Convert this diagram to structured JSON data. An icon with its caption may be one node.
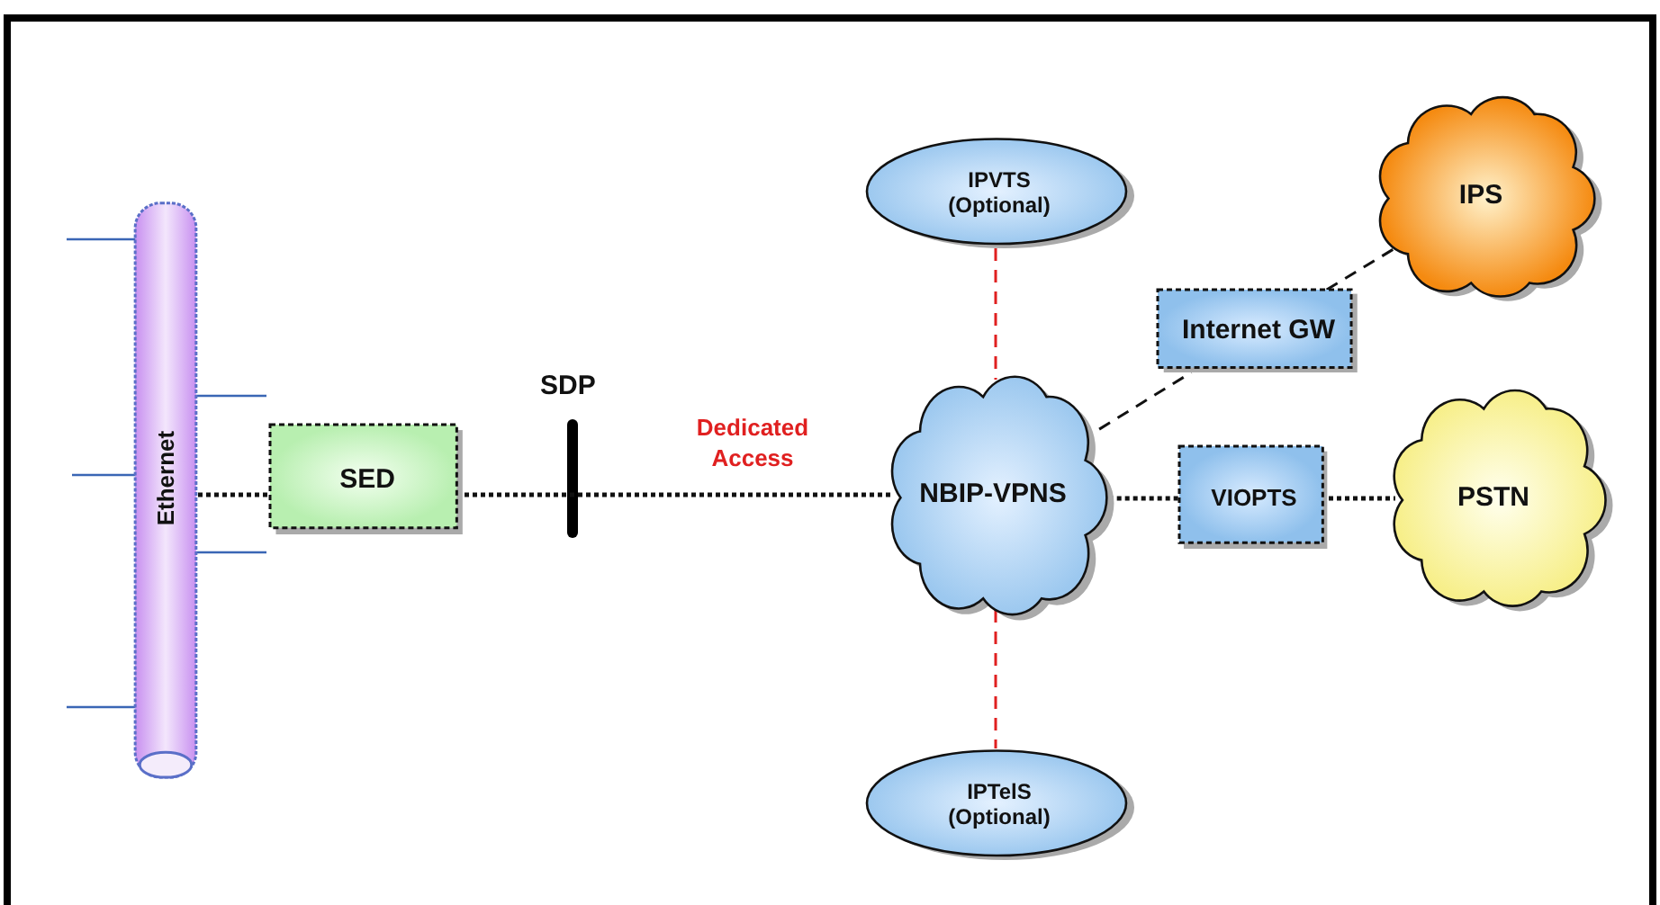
{
  "diagram": {
    "nodes": [
      {
        "text": [
          "Ethernet"
        ]
      },
      {
        "text": [
          "SED"
        ]
      },
      {
        "text": [
          "IPVTS (Optional)"
        ]
      },
      {
        "text": [
          "NBIP-VPNS"
        ]
      },
      {
        "text": [
          "Internet GW"
        ]
      },
      {
        "text": [
          "IPS"
        ]
      },
      {
        "text": [
          "VIOPTS"
        ]
      },
      {
        "text": [
          "PSTN"
        ]
      },
      {
        "text": [
          "IPTelS (Optional)"
        ]
      }
    ],
    "edges": [
      {
        "from": 0,
        "to": 1,
        "arrow": "none"
      },
      {
        "from": 1,
        "to": 3,
        "arrow": "none",
        "label": "Dedicated Access"
      },
      {
        "from": 2,
        "to": 3,
        "arrow": "none",
        "style": "dashed",
        "color": "#e02020"
      },
      {
        "from": 3,
        "to": 8,
        "arrow": "none",
        "style": "dashed",
        "color": "#e02020"
      },
      {
        "from": 3,
        "to": 4,
        "arrow": "none",
        "style": "dashed"
      },
      {
        "from": 4,
        "to": 5,
        "arrow": "none",
        "style": "dashed"
      },
      {
        "from": 3,
        "to": 6,
        "arrow": "none"
      },
      {
        "from": 6,
        "to": 7,
        "arrow": "none"
      }
    ],
    "labels": [
      "SDP"
    ]
  }
}
